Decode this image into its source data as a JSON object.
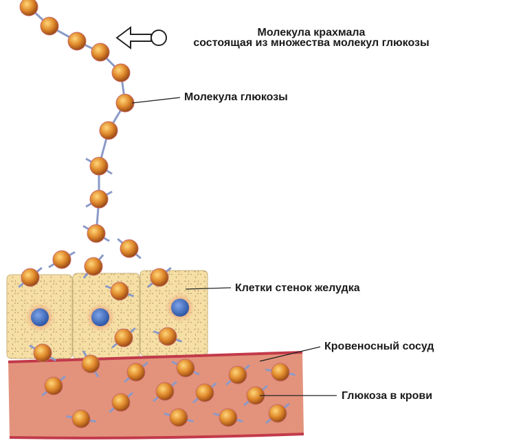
{
  "labels": {
    "starch_line1": "Молекула крахмала",
    "starch_line2": "состоящая из множества молекул глюкозы",
    "glucose_molecule": "Молекула глюкозы",
    "stomach_cells": "Клетки стенок желудка",
    "blood_vessel": "Кровеносный сосуд",
    "blood_glucose": "Глюкоза в крови"
  },
  "colors": {
    "molecule": "#d9822b",
    "bond": "#8a9ac8",
    "cell": "#f6dfa5",
    "nucleus": "#3c6cc0",
    "vessel": "#e3937c",
    "vessel_edge": "#c23a4a"
  }
}
